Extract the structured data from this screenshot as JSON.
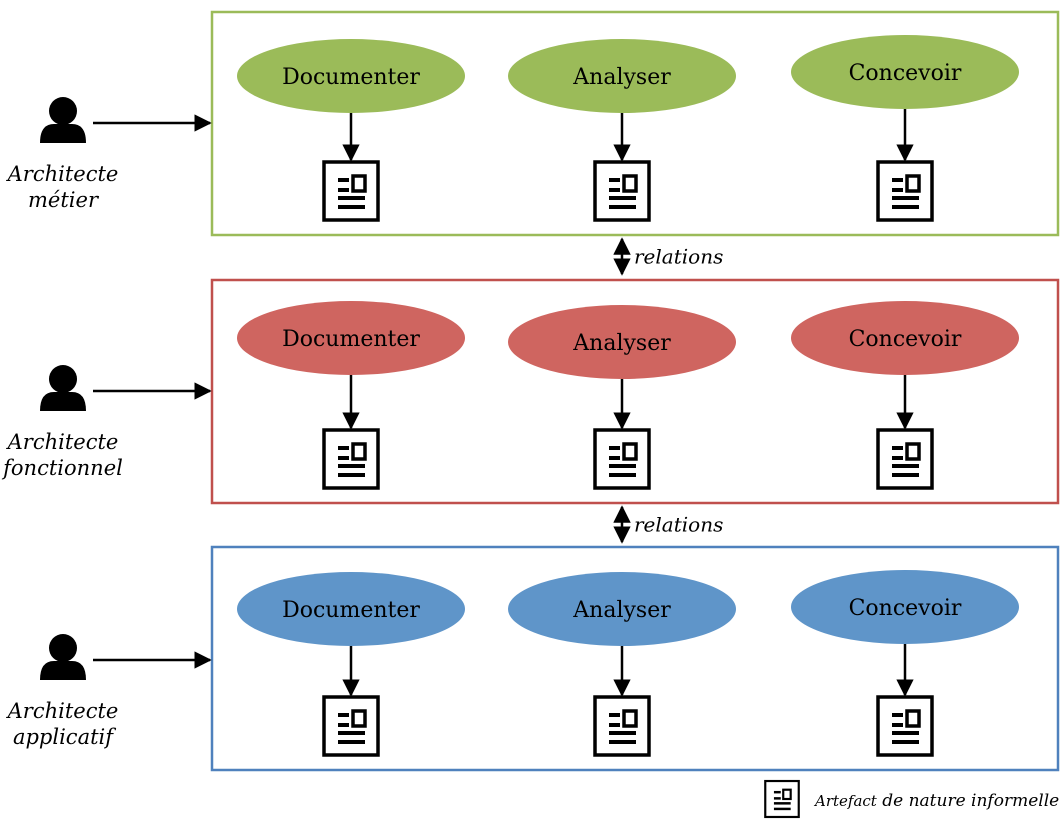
{
  "layers": [
    {
      "actor": [
        "Architecte",
        "métier"
      ],
      "border_color": "#9BBB59",
      "fill_color": "#9BBB59",
      "activities": [
        "Documenter",
        "Analyser",
        "Concevoir"
      ]
    },
    {
      "actor": [
        "Architecte",
        "fonctionnel"
      ],
      "border_color": "#C0504D",
      "fill_color": "#CF6560",
      "activities": [
        "Documenter",
        "Analyser",
        "Concevoir"
      ]
    },
    {
      "actor": [
        "Architecte",
        "applicatif"
      ],
      "border_color": "#4F81BD",
      "fill_color": "#5F95C9",
      "activities": [
        "Documenter",
        "Analyser",
        "Concevoir"
      ]
    }
  ],
  "relations": [
    "relations",
    "relations"
  ],
  "legend": {
    "italic_word": "Artefact",
    "rest": " de nature informelle",
    "icon": "document-icon"
  },
  "icons": {
    "actor": "person-icon",
    "artifact": "document-icon"
  }
}
